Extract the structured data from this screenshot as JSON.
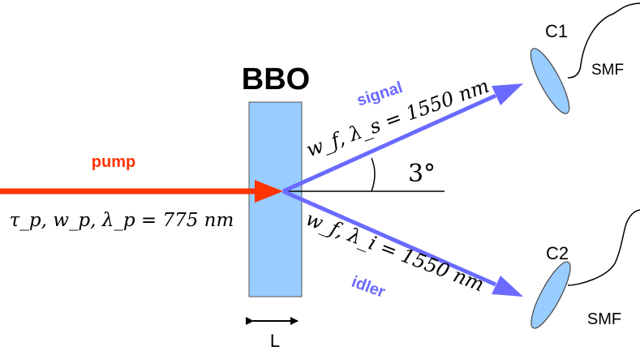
{
  "crystal": {
    "label": "BBO",
    "length_label": "L"
  },
  "pump": {
    "label": "pump",
    "params": "τ_p, w_p, λ_p = 775 nm"
  },
  "signal": {
    "label": "signal",
    "params": "w_f, λ_s = 1550 nm"
  },
  "idler": {
    "label": "idler",
    "params": "w_f, λ_i = 1550 nm"
  },
  "angle": {
    "label": "3°"
  },
  "couplers": [
    {
      "label": "C1",
      "fiber_label": "SMF"
    },
    {
      "label": "C2",
      "fiber_label": "SMF"
    }
  ],
  "colors": {
    "pump": "#ff3300",
    "signal_idler": "#6a6aff",
    "crystal_fill": "#99ccff",
    "lens_fill": "#99ccff"
  }
}
